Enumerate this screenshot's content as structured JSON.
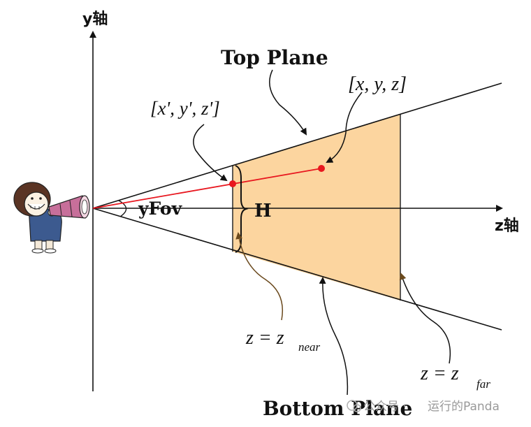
{
  "diagram": {
    "axes": {
      "y_label": "y轴",
      "z_label": "z轴"
    },
    "angle_label": "yFov",
    "height_label": "H",
    "top_plane_label": "Top Plane",
    "bottom_plane_label": "Bottom Plane",
    "point_far": "[x, y, z]",
    "point_near": "[x', y', z']",
    "near_eq": {
      "lhs": "z = z",
      "sub": "near"
    },
    "far_eq": {
      "lhs": "z = z",
      "sub": "far"
    },
    "colors": {
      "frustum_fill": "#fcd59f",
      "projection_line": "#e8171f",
      "point": "#e8171f",
      "line": "#111111",
      "character_shirt": "#3c5a8f",
      "telescope": "#c76f9a"
    },
    "icons": [
      "observer-character",
      "telescope"
    ]
  },
  "watermark": {
    "prefix": "公众号 · ",
    "name": "运行的Panda"
  }
}
